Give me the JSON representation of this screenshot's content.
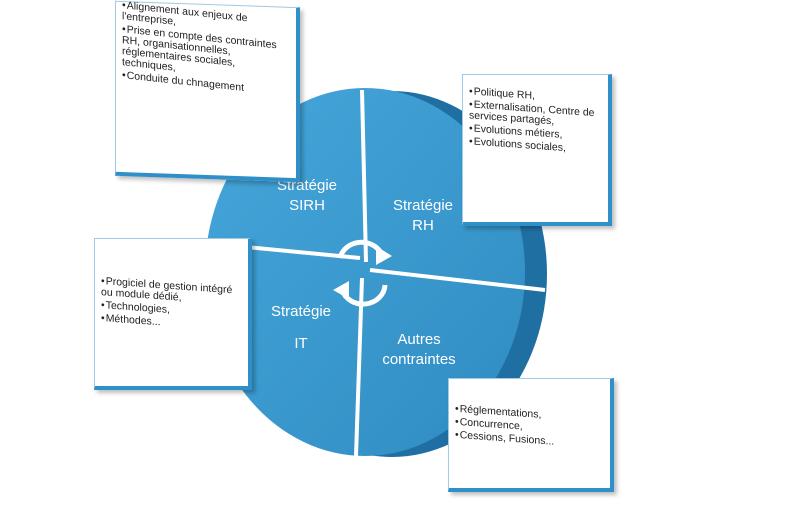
{
  "quadrants": {
    "sirh": {
      "line1": "Stratégie",
      "line2": "SIRH"
    },
    "rh": {
      "line1": "Stratégie",
      "line2": "RH"
    },
    "it": {
      "line1": "Stratégie",
      "line2": "IT"
    },
    "autres": {
      "line1": "Autres",
      "line2": "contraintes"
    }
  },
  "callouts": {
    "sirh": [
      "Alignement aux enjeux de l'entreprise,",
      "Prise en compte des contraintes RH, organisationnelles, réglementaires sociales, techniques,",
      "Conduite du chnagement"
    ],
    "rh": [
      "Politique RH,",
      "Externalisation, Centre de services partagés,",
      "Evolutions métiers,",
      "Evolutions sociales,"
    ],
    "it": [
      "Progiciel de gestion intégré ou module dédié,",
      "Technologies,",
      "Méthodes..."
    ],
    "autres": [
      "Réglementations,",
      "Concurrence,",
      "Cessions, Fusions..."
    ]
  },
  "colors": {
    "disc_face": "#3a9bd0",
    "disc_side": "#1f6fa3",
    "callout_border": "#2f8fc8",
    "text_on_disc": "#ffffff"
  }
}
